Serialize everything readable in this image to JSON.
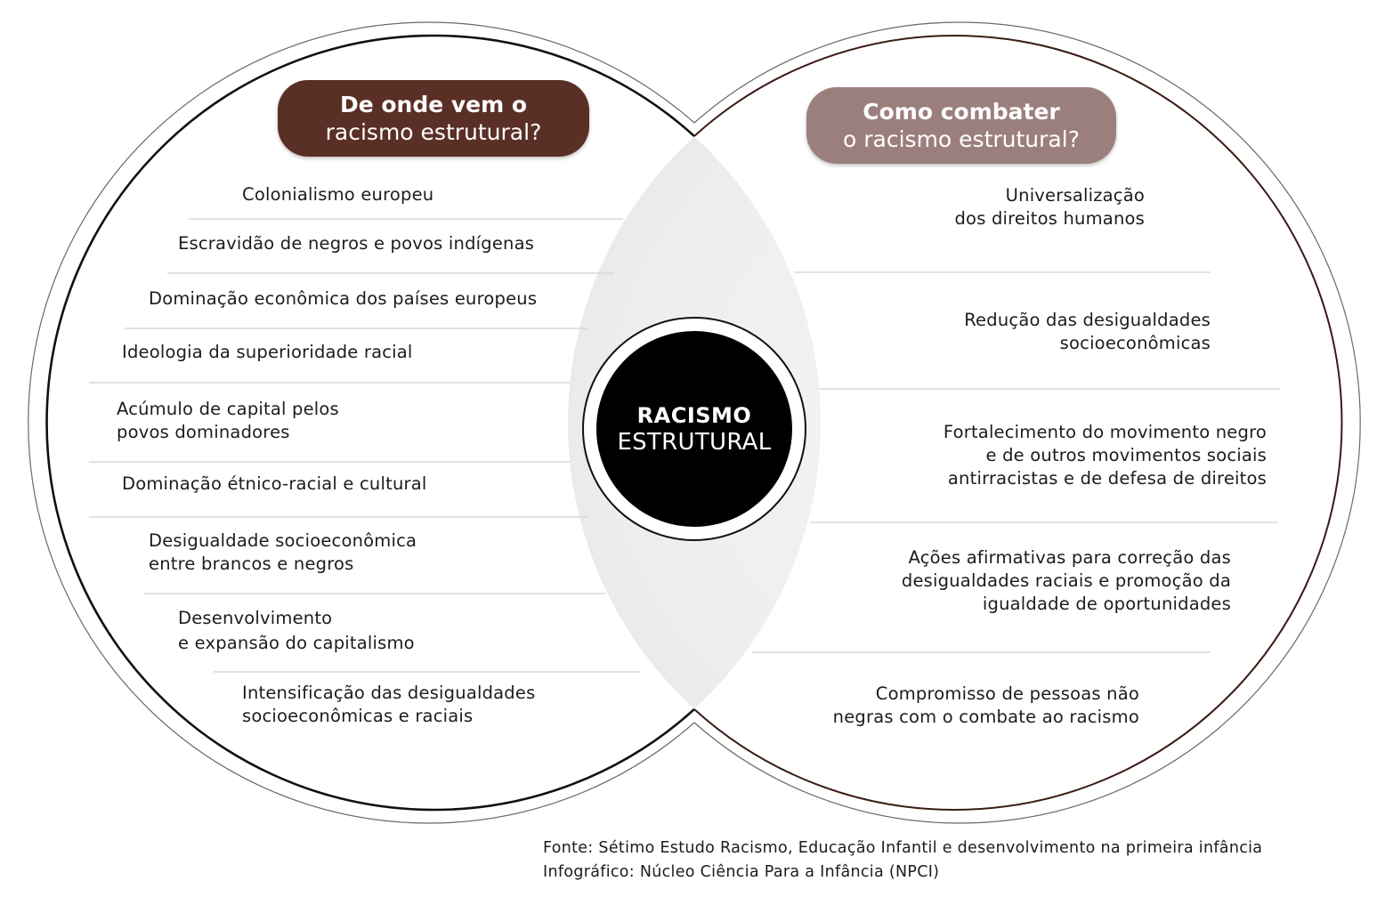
{
  "left_section": {
    "title_line1": "De onde vem o",
    "title_line2": "racismo estrutural?",
    "color": "#5a2f26",
    "items": [
      {
        "line1": "Colonialismo europeu",
        "line2": ""
      },
      {
        "line1": "Escravidão de negros e povos indígenas",
        "line2": ""
      },
      {
        "line1": "Dominação econômica dos países europeus",
        "line2": ""
      },
      {
        "line1": "Ideologia da superioridade racial",
        "line2": ""
      },
      {
        "line1": "Acúmulo de capital pelos",
        "line2": "povos dominadores"
      },
      {
        "line1": "Dominação étnico-racial e cultural",
        "line2": ""
      },
      {
        "line1": "Desigualdade socioeconômica",
        "line2": "entre brancos e negros"
      },
      {
        "line1": "Desenvolvimento",
        "line2": "e expansão do capitalismo"
      },
      {
        "line1": "Intensificação das desigualdades",
        "line2": "socioeconômicas e raciais"
      }
    ]
  },
  "right_section": {
    "title_line1": "Como combater",
    "title_line2": "o racismo estrutural?",
    "color": "#9b7f7c",
    "items": [
      {
        "line1": "Universalização",
        "line2": "dos direitos humanos",
        "line3": ""
      },
      {
        "line1": "Redução das desigualdades",
        "line2": "socioeconômicas",
        "line3": ""
      },
      {
        "line1": "Fortalecimento do movimento negro",
        "line2": "e de outros movimentos sociais",
        "line3": "antirracistas e de defesa de direitos"
      },
      {
        "line1": "Ações afirmativas para correção das",
        "line2": "desigualdades raciais e promoção da",
        "line3": "igualdade de oportunidades"
      },
      {
        "line1": "Compromisso de pessoas não",
        "line2": "negras com o combate ao racismo",
        "line3": ""
      }
    ]
  },
  "center": {
    "line1": "RACISMO",
    "line2": "ESTRUTURAL",
    "color": "#000000"
  },
  "footer": {
    "source": "Fonte:  Sétimo Estudo Racismo, Educação Infantil e desenvolvimento na primeira infância",
    "credit": "Infográfico:  Núcleo Ciência Para a Infância (NPCI)"
  }
}
